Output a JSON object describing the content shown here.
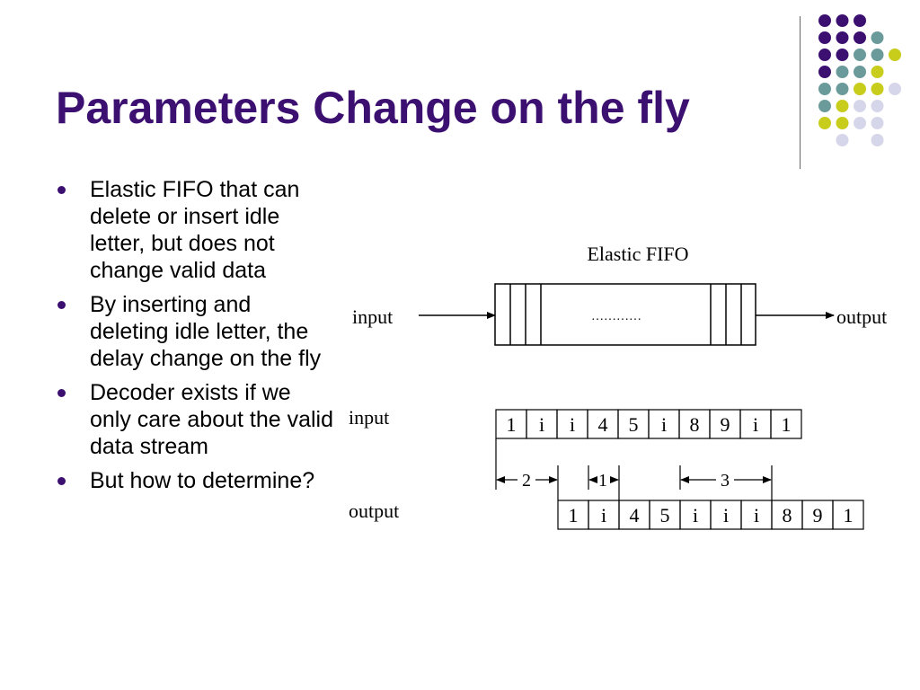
{
  "title": "Parameters Change on the fly",
  "bullets": [
    "Elastic FIFO that can delete or insert idle letter, but does not change valid data",
    "By inserting and deleting idle letter, the delay change on the fly",
    "Decoder exists if we only care about the valid data stream",
    "But how to determine?"
  ],
  "diagram": {
    "fifo_label": "Elastic FIFO",
    "input_label": "input",
    "output_label": "output",
    "ellipsis": "…………",
    "seq_input_label": "input",
    "seq_output_label": "output",
    "input_cells": [
      "1",
      "i",
      "i",
      "4",
      "5",
      "i",
      "8",
      "9",
      "i",
      "1"
    ],
    "output_cells": [
      "1",
      "i",
      "4",
      "5",
      "i",
      "i",
      "i",
      "8",
      "9",
      "1"
    ],
    "gap_labels": [
      "2",
      "1",
      "3"
    ]
  },
  "colors": {
    "title": "#3c1070",
    "dot_purple": "#3c1070",
    "dot_teal": "#6b9a9a",
    "dot_yellow": "#c8cc1a",
    "dot_lavender": "#d6d6ea"
  }
}
